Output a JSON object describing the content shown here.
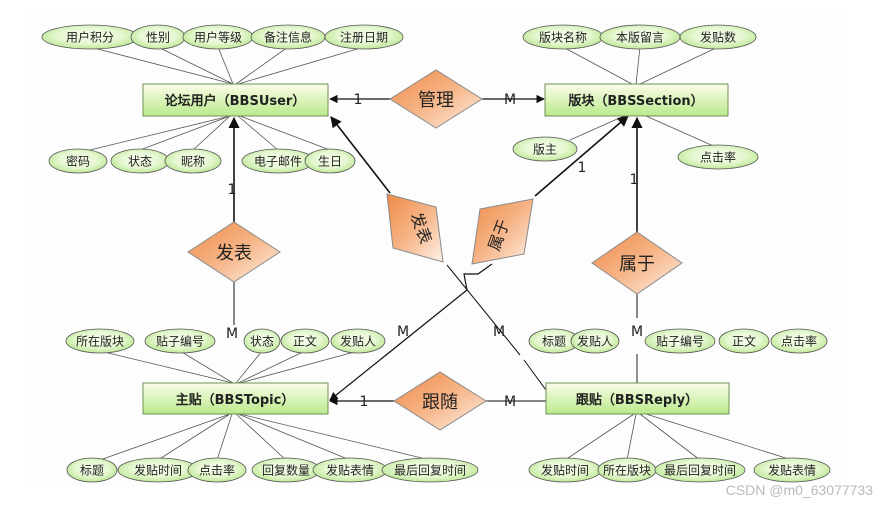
{
  "diagram": {
    "type": "ER diagram",
    "entities": {
      "user": {
        "label": "论坛用户（BBSUser）",
        "attributes": [
          "用户积分",
          "性别",
          "用户等级",
          "备注信息",
          "注册日期",
          "密码",
          "状态",
          "昵称",
          "电子邮件",
          "生日"
        ]
      },
      "section": {
        "label": "版块（BBSSection）",
        "attributes": [
          "版块名称",
          "本版留言",
          "发贴数",
          "版主",
          "点击率"
        ]
      },
      "topic": {
        "label": "主贴（BBSTopic）",
        "attributes": [
          "所在版块",
          "贴子编号",
          "状态",
          "正文",
          "发贴人",
          "标题",
          "发贴时间",
          "点击率",
          "回复数量",
          "发贴表情",
          "最后回复时间"
        ]
      },
      "reply": {
        "label": "跟贴（BBSReply）",
        "attributes": [
          "标题",
          "发贴人",
          "贴子编号",
          "正文",
          "点击率",
          "发贴时间",
          "所在版块",
          "最后回复时间",
          "发贴表情"
        ]
      }
    },
    "relationships": {
      "manage": {
        "label": "管理",
        "from": "user",
        "to": "section",
        "card_from": "1",
        "card_to": "M"
      },
      "post_topic": {
        "label": "发表",
        "from": "user",
        "to": "topic",
        "card_from": "1",
        "card_to": "M"
      },
      "post_reply": {
        "label": "发表",
        "from": "user",
        "to": "reply",
        "card_to": "M"
      },
      "topic_belongs": {
        "label": "属于",
        "from": "topic",
        "to": "section",
        "card_from": "M",
        "card_to": "1"
      },
      "reply_belongs": {
        "label": "属于",
        "from": "reply",
        "to": "section",
        "card_from": "M",
        "card_to": "1"
      },
      "follow": {
        "label": "跟随",
        "from": "reply",
        "to": "topic",
        "card_from": "M",
        "card_to": "1"
      }
    },
    "cardinalities": {
      "one": "1",
      "many": "M"
    }
  },
  "colors": {
    "entity_fill_top": "#fbfde8",
    "entity_fill_bottom": "#b9ea8c",
    "entity_stroke": "#6f8f55",
    "attr_fill_edge": "#c6eea1",
    "attr_fill_center": "#f7fdee",
    "attr_stroke": "#555555",
    "rel_fill_dark": "#f39a5c",
    "rel_fill_light": "#fdf0e6",
    "rel_stroke": "#8a8a8a",
    "line": "#555555",
    "arrow_line": "#111111"
  },
  "watermark": "CSDN @m0_63077733"
}
